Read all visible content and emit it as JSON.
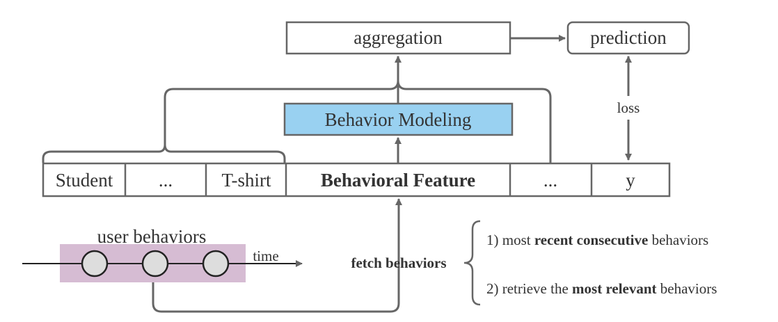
{
  "nodes": {
    "aggregation": "aggregation",
    "prediction": "prediction",
    "behavior_modeling": "Behavior Modeling",
    "loss": "loss"
  },
  "feature_row": {
    "cells": [
      "Student",
      "...",
      "T-shirt",
      "Behavioral Feature",
      "...",
      "y"
    ]
  },
  "user_behaviors": {
    "label": "user behaviors",
    "time_label": "time"
  },
  "fetch": {
    "label": "fetch behaviors",
    "option1": {
      "prefix": "1) most ",
      "bold": "recent consecutive",
      "suffix": " behaviors"
    },
    "option2": {
      "prefix": "2) retrieve the ",
      "bold": "most relevant",
      "suffix": " behaviors"
    }
  },
  "colors": {
    "line": "#666666",
    "text": "#333333",
    "behavior_modeling_fill": "#99d1f1",
    "user_behaviors_fill": "#d6bcd3",
    "circle_fill": "#dddddd"
  }
}
